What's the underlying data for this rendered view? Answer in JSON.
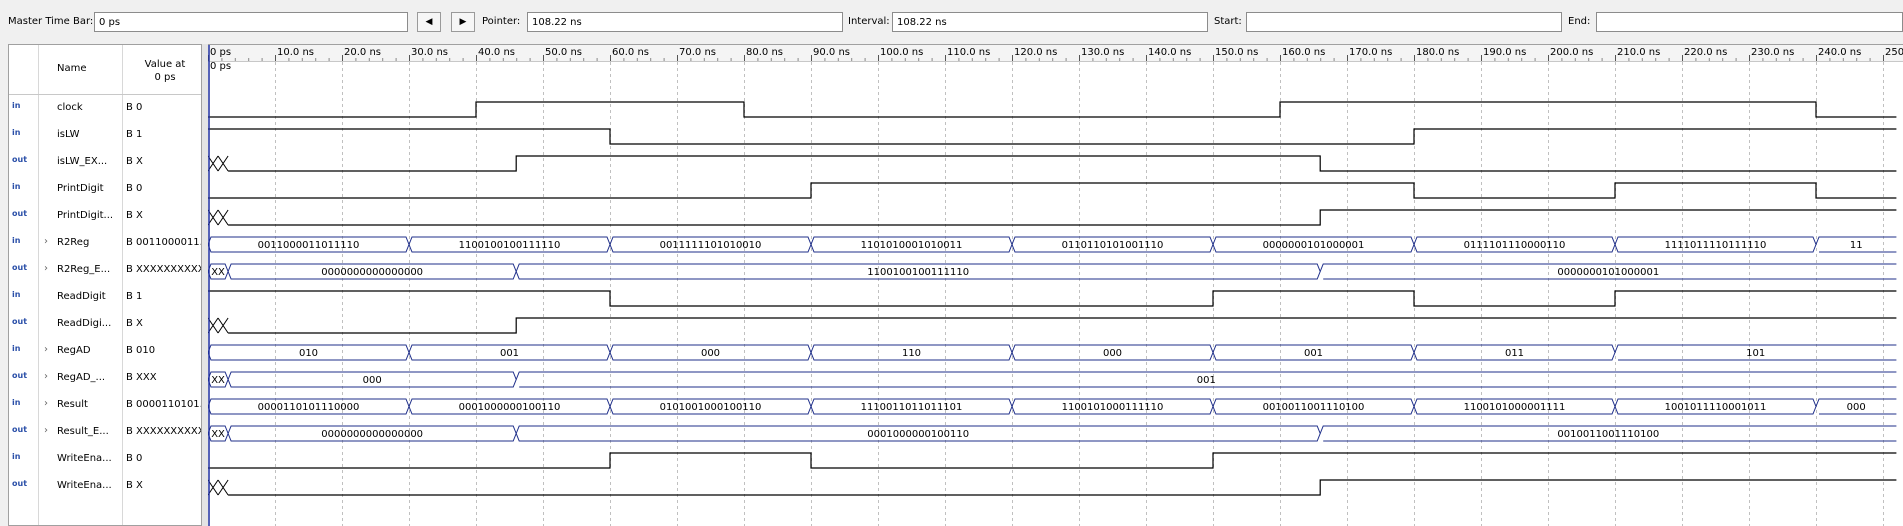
{
  "toolbar": {
    "master_label": "Master Time Bar:",
    "master_value": "0 ps",
    "prev_glyph": "◀",
    "next_glyph": "▶",
    "pointer_label": "Pointer:",
    "pointer_value": "108.22 ns",
    "interval_label": "Interval:",
    "interval_value": "108.22 ns",
    "start_label": "Start:",
    "start_value": "",
    "end_label": "End:",
    "end_value": ""
  },
  "header": {
    "name": "Name",
    "value_line1": "Value at",
    "value_line2": "0 ps",
    "cursor_label": "0 ps"
  },
  "time_ticks": [
    "0 ps",
    "10.0 ns",
    "20.0 ns",
    "30.0 ns",
    "40.0 ns",
    "50.0 ns",
    "60.0 ns",
    "70.0 ns",
    "80.0 ns",
    "90.0 ns",
    "100.0 ns",
    "110.0 ns",
    "120.0 ns",
    "130.0 ns",
    "140.0 ns",
    "150.0 ns",
    "160.0 ns",
    "170.0 ns",
    "180.0 ns",
    "190.0 ns",
    "200.0 ns",
    "210.0 ns",
    "220.0 ns",
    "230.0 ns",
    "240.0 ns",
    "250."
  ],
  "colors": {
    "wave": "#000000",
    "bus": "#1f2f8a",
    "cursor": "#1f2fa0",
    "grid": "#c0c0c0",
    "icon": "#2a4fa8"
  },
  "signals": [
    {
      "dir": "in",
      "expandable": false,
      "name": "clock",
      "value": "B 0",
      "type": "bit",
      "edges": [
        [
          0,
          0
        ],
        [
          40,
          1
        ],
        [
          80,
          0
        ],
        [
          160,
          1
        ],
        [
          240,
          0
        ]
      ]
    },
    {
      "dir": "in",
      "expandable": false,
      "name": "isLW",
      "value": "B 1",
      "type": "bit",
      "edges": [
        [
          0,
          1
        ],
        [
          60,
          0
        ],
        [
          180,
          1
        ]
      ]
    },
    {
      "dir": "out",
      "expandable": false,
      "name": "isLW_EX...",
      "value": "B X",
      "type": "bit",
      "unknown_until": 3,
      "edges": [
        [
          3,
          0
        ],
        [
          46,
          1
        ],
        [
          166,
          0
        ]
      ]
    },
    {
      "dir": "in",
      "expandable": false,
      "name": "PrintDigit",
      "value": "B 0",
      "type": "bit",
      "edges": [
        [
          0,
          0
        ],
        [
          90,
          1
        ],
        [
          180,
          0
        ],
        [
          210,
          1
        ],
        [
          240,
          0
        ]
      ]
    },
    {
      "dir": "out",
      "expandable": false,
      "name": "PrintDigit...",
      "value": "B X",
      "type": "bit",
      "unknown_until": 3,
      "edges": [
        [
          3,
          0
        ],
        [
          166,
          1
        ]
      ]
    },
    {
      "dir": "in",
      "expandable": true,
      "name": "R2Reg",
      "value": "B 0011000011...",
      "type": "bus",
      "segments": [
        [
          0,
          30,
          "0011000011011110"
        ],
        [
          30,
          60,
          "1100100100111110"
        ],
        [
          60,
          90,
          "0011111101010010"
        ],
        [
          90,
          120,
          "1101010001010011"
        ],
        [
          120,
          150,
          "0110110101001110"
        ],
        [
          150,
          180,
          "0000000101000001"
        ],
        [
          180,
          210,
          "0111101110000110"
        ],
        [
          210,
          240,
          "1111011110111110"
        ],
        [
          240,
          252,
          "11"
        ]
      ]
    },
    {
      "dir": "out",
      "expandable": true,
      "name": "R2Reg_E...",
      "value": "B XXXXXXXXXX...",
      "type": "bus",
      "segments": [
        [
          0,
          3,
          "XX"
        ],
        [
          3,
          46,
          "0000000000000000"
        ],
        [
          46,
          166,
          "1100100100111110"
        ],
        [
          166,
          252,
          "0000000101000001"
        ]
      ]
    },
    {
      "dir": "in",
      "expandable": false,
      "name": "ReadDigit",
      "value": "B 1",
      "type": "bit",
      "edges": [
        [
          0,
          1
        ],
        [
          60,
          0
        ],
        [
          150,
          1
        ],
        [
          180,
          0
        ],
        [
          210,
          1
        ]
      ]
    },
    {
      "dir": "out",
      "expandable": false,
      "name": "ReadDigi...",
      "value": "B X",
      "type": "bit",
      "unknown_until": 3,
      "edges": [
        [
          3,
          0
        ],
        [
          46,
          1
        ]
      ]
    },
    {
      "dir": "in",
      "expandable": true,
      "name": "RegAD",
      "value": "B 010",
      "type": "bus",
      "segments": [
        [
          0,
          30,
          "010"
        ],
        [
          30,
          60,
          "001"
        ],
        [
          60,
          90,
          "000"
        ],
        [
          90,
          120,
          "110"
        ],
        [
          120,
          150,
          "000"
        ],
        [
          150,
          180,
          "001"
        ],
        [
          180,
          210,
          "011"
        ],
        [
          210,
          252,
          "101"
        ]
      ]
    },
    {
      "dir": "out",
      "expandable": true,
      "name": "RegAD_...",
      "value": "B XXX",
      "type": "bus",
      "segments": [
        [
          0,
          3,
          "XX"
        ],
        [
          3,
          46,
          "000"
        ],
        [
          46,
          252,
          "001"
        ]
      ]
    },
    {
      "dir": "in",
      "expandable": true,
      "name": "Result",
      "value": "B 0000110101...",
      "type": "bus",
      "segments": [
        [
          0,
          30,
          "0000110101110000"
        ],
        [
          30,
          60,
          "0001000000100110"
        ],
        [
          60,
          90,
          "0101001000100110"
        ],
        [
          90,
          120,
          "1110011011011101"
        ],
        [
          120,
          150,
          "1100101000111110"
        ],
        [
          150,
          180,
          "0010011001110100"
        ],
        [
          180,
          210,
          "1100101000001111"
        ],
        [
          210,
          240,
          "1001011110001011"
        ],
        [
          240,
          252,
          "000"
        ]
      ]
    },
    {
      "dir": "out",
      "expandable": true,
      "name": "Result_E...",
      "value": "B XXXXXXXXXX...",
      "type": "bus",
      "segments": [
        [
          0,
          3,
          "XX"
        ],
        [
          3,
          46,
          "0000000000000000"
        ],
        [
          46,
          166,
          "0001000000100110"
        ],
        [
          166,
          252,
          "0010011001110100"
        ]
      ]
    },
    {
      "dir": "in",
      "expandable": false,
      "name": "WriteEna...",
      "value": "B 0",
      "type": "bit",
      "edges": [
        [
          0,
          0
        ],
        [
          60,
          1
        ],
        [
          90,
          0
        ],
        [
          150,
          1
        ]
      ]
    },
    {
      "dir": "out",
      "expandable": false,
      "name": "WriteEna...",
      "value": "B X",
      "type": "bit",
      "unknown_until": 3,
      "edges": [
        [
          3,
          0
        ],
        [
          166,
          1
        ]
      ]
    }
  ]
}
